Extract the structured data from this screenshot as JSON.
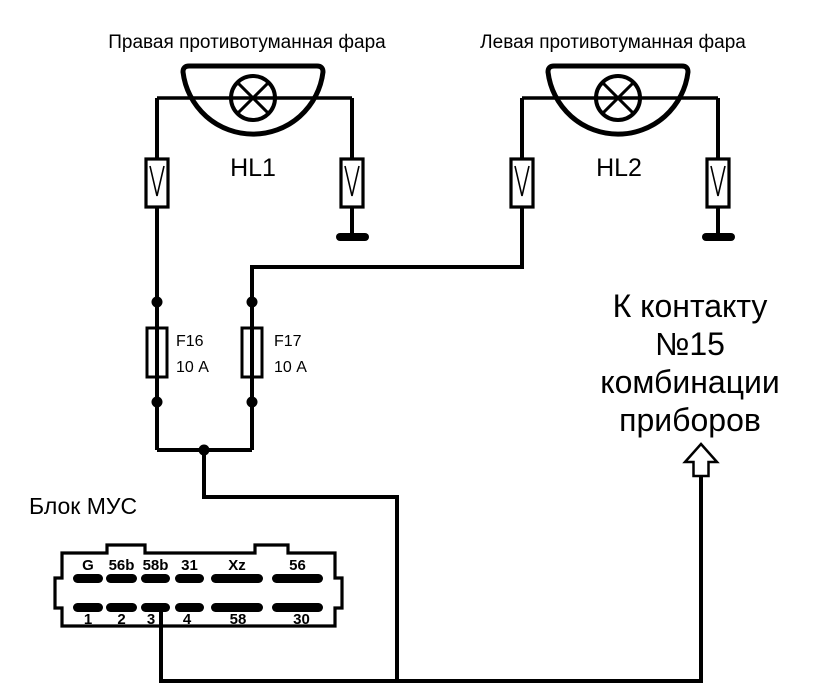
{
  "colors": {
    "ink": "#000000",
    "paper": "#ffffff"
  },
  "lamps": {
    "right": {
      "title": "Правая противотуманная фара",
      "designator": "HL1"
    },
    "left": {
      "title": "Левая противотуманная фара",
      "designator": "HL2"
    }
  },
  "fuses": {
    "f16": {
      "name": "F16",
      "rating": "10 А"
    },
    "f17": {
      "name": "F17",
      "rating": "10 А"
    }
  },
  "annotation": "К контакту\n№15\nкомбинации\nприборов",
  "mus_block": {
    "title": "Блок МУС",
    "top_pins": [
      "G",
      "56b",
      "58b",
      "31",
      "Xz",
      "56"
    ],
    "bottom_pins": [
      "1",
      "2",
      "3",
      "4",
      "58",
      "30"
    ]
  }
}
